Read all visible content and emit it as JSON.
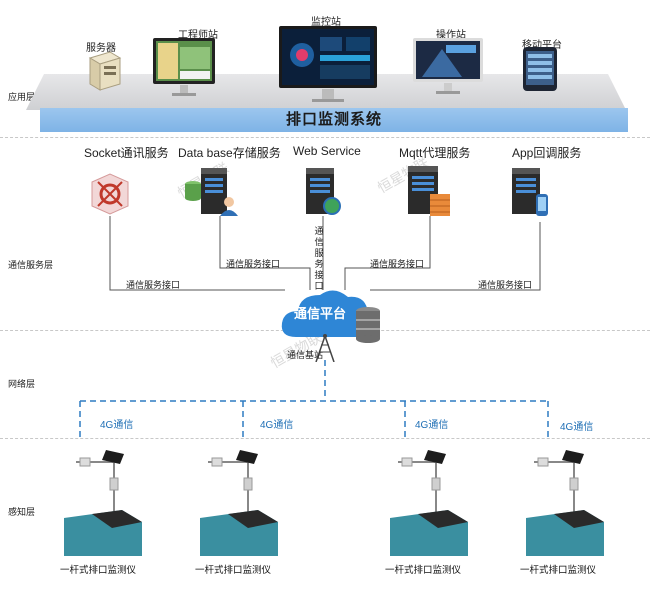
{
  "layers": {
    "application": "应用层",
    "communication": "通信服务层",
    "network": "网络层",
    "perception": "感知层"
  },
  "devices": {
    "server": "服务器",
    "engineer_station": "工程师站",
    "monitor_station": "监控站",
    "operator_station": "操作站",
    "mobile_platform": "移动平台"
  },
  "system_title": "排口监测系统",
  "services": {
    "socket": "Socket通讯服务",
    "database": "Data base存储服务",
    "web": "Web Service",
    "mqtt": "Mqtt代理服务",
    "app": "App回调服务"
  },
  "interface_label": "通信服务接口",
  "interface_vertical": "通信服务接口",
  "cloud_label": "通信平台",
  "base_station": "通信基站",
  "comm_4g": "4G通信",
  "sensor_label": "一杆式排口监测仪",
  "watermark": "恒星物联",
  "colors": {
    "platform_blue": "#8fbfed",
    "cloud_blue": "#2e86d6",
    "dashed_blue": "#2f7cc2",
    "water": "#3a8fa0"
  }
}
